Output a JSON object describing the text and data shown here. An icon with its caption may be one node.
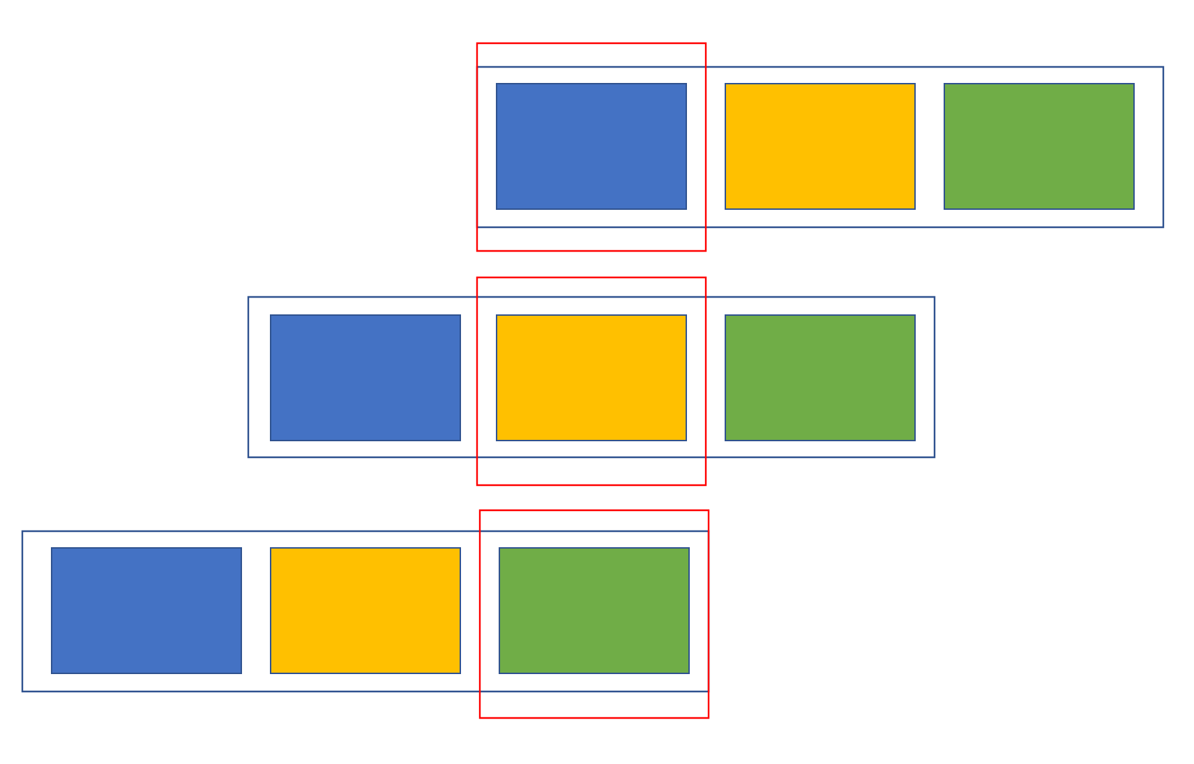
{
  "diagram": {
    "nodes": [
      {
        "text": [],
        "shape": "box"
      },
      {
        "text": [],
        "shape": "box"
      },
      {
        "text": [],
        "shape": "box",
        "in": 0
      },
      {
        "text": [],
        "shape": "box",
        "in": 0
      },
      {
        "text": [],
        "shape": "box"
      },
      {
        "text": [],
        "shape": "box"
      },
      {
        "text": [],
        "shape": "box",
        "in": 5
      },
      {
        "text": [],
        "shape": "box"
      },
      {
        "text": [],
        "shape": "box",
        "in": 5
      },
      {
        "text": [],
        "shape": "box"
      },
      {
        "text": [],
        "shape": "box"
      },
      {
        "text": [],
        "shape": "box",
        "in": 10
      },
      {
        "text": [],
        "shape": "box",
        "in": 10
      },
      {
        "text": [],
        "shape": "box"
      },
      {
        "text": [],
        "shape": "box"
      }
    ]
  }
}
